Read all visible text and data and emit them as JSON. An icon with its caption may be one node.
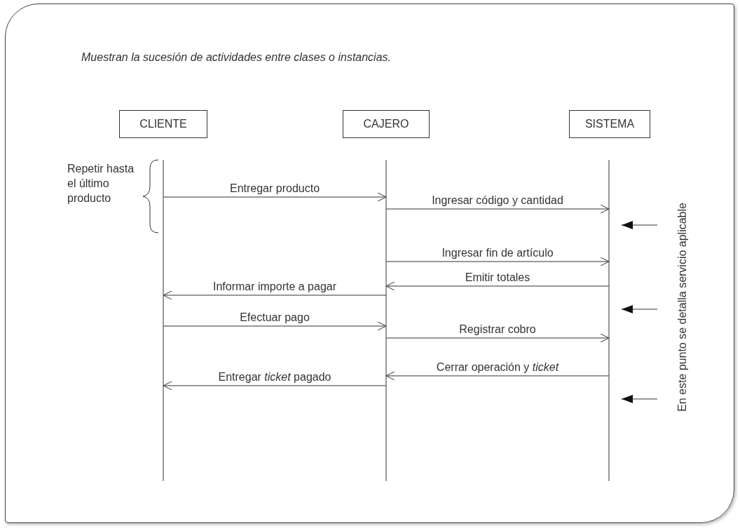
{
  "diagram": {
    "title": "Muestran la sucesión de actividades entre clases o instancias.",
    "nodes": [
      {
        "text": [
          "CLIENTE"
        ]
      },
      {
        "text": [
          "CAJERO"
        ]
      },
      {
        "text": [
          "SISTEMA"
        ]
      },
      {
        "text": [
          "En este punto se detalla servicio aplicable"
        ]
      }
    ],
    "edges": [
      {
        "from": 0,
        "to": 1,
        "arrow": "to",
        "label": "Entregar producto"
      },
      {
        "from": 1,
        "to": 2,
        "arrow": "to",
        "label": "Ingresar código y cantidad"
      },
      {
        "from": 1,
        "to": 2,
        "arrow": "to",
        "label": "Ingresar fin de artículo"
      },
      {
        "from": 2,
        "to": 1,
        "arrow": "to",
        "label": "Emitir totales"
      },
      {
        "from": 1,
        "to": 0,
        "arrow": "to",
        "label": "Informar importe a pagar"
      },
      {
        "from": 0,
        "to": 1,
        "arrow": "to",
        "label": "Efectuar pago"
      },
      {
        "from": 1,
        "to": 2,
        "arrow": "to",
        "label": "Registrar cobro"
      },
      {
        "from": 2,
        "to": 1,
        "arrow": "to",
        "label": "Cerrar operación y *ticket*"
      },
      {
        "from": 1,
        "to": 0,
        "arrow": "to",
        "label": "Entregar *ticket* pagado"
      },
      {
        "from": null,
        "to": 2,
        "arrow": "to"
      },
      {
        "from": null,
        "to": 2,
        "arrow": "to"
      },
      {
        "from": null,
        "to": 2,
        "arrow": "to"
      }
    ],
    "labels": [
      "Repetir hasta el último producto"
    ]
  }
}
